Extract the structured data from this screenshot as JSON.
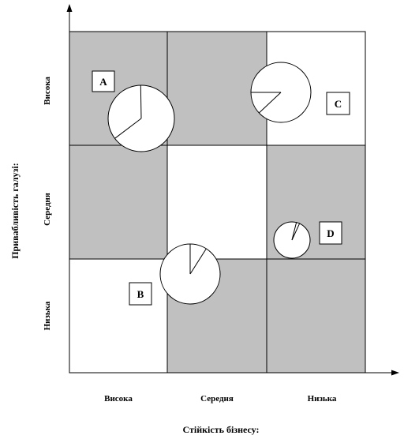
{
  "colors": {
    "shaded": "#c0c0c0",
    "plain": "#ffffff",
    "line": "#000000"
  },
  "axes": {
    "x_title": "Стійкість бізнесу:",
    "y_title": "Привабливість галузі:",
    "x_labels": [
      "Висока",
      "Середня",
      "Низька"
    ],
    "y_labels": [
      "Висока",
      "Середня",
      "Низька"
    ]
  },
  "grid": {
    "rows": [
      [
        "shaded",
        "shaded",
        "plain"
      ],
      [
        "shaded",
        "plain",
        "shaded"
      ],
      [
        "plain",
        "shaded",
        "shaded"
      ]
    ]
  },
  "circles": [
    {
      "id": "A",
      "label": "A",
      "share_percent": 35
    },
    {
      "id": "B",
      "label": "B",
      "share_percent": 9
    },
    {
      "id": "C",
      "label": "C",
      "share_percent": 88
    },
    {
      "id": "D",
      "label": "D",
      "share_percent": 3
    }
  ]
}
